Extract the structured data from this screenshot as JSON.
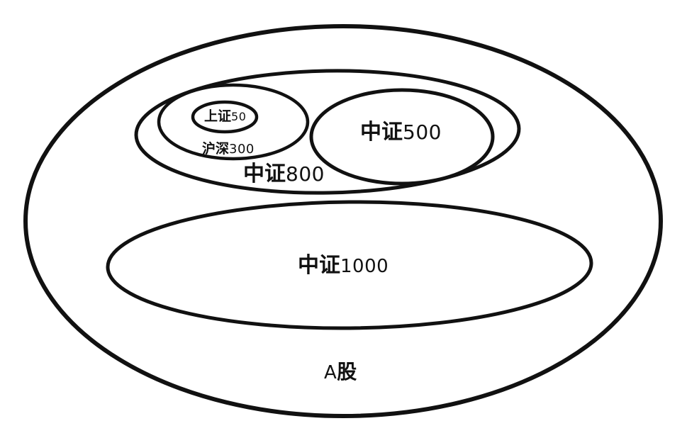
{
  "nodes": {
    "a_share": {
      "cn": "股",
      "prefix": "A"
    },
    "csi1000": {
      "cn": "中证",
      "num": "1000"
    },
    "csi800": {
      "cn": "中证",
      "num": "800"
    },
    "csi500": {
      "cn": "中证",
      "num": "500"
    },
    "hs300": {
      "cn": "沪深",
      "num": "300"
    },
    "sse50": {
      "cn": "上证",
      "num": "50"
    }
  },
  "colors": {
    "stroke": "#111111",
    "background": "#ffffff"
  }
}
